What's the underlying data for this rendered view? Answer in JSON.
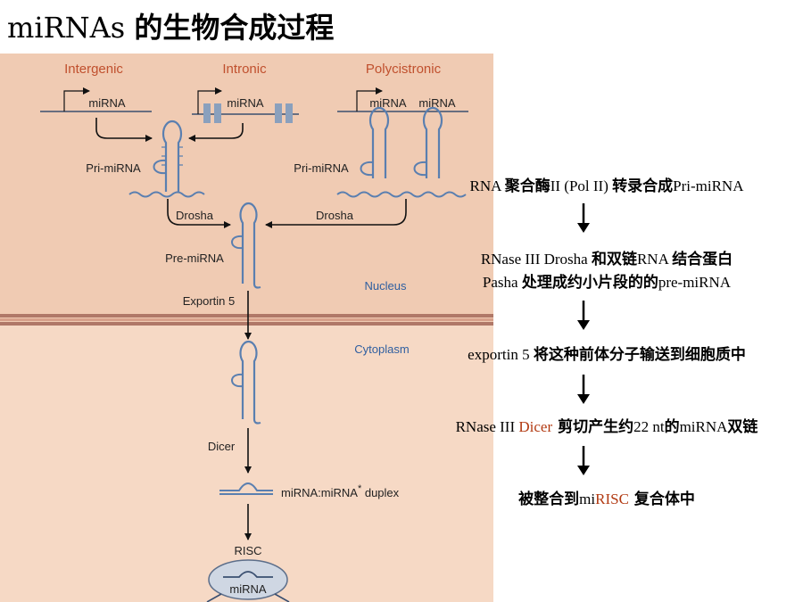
{
  "title": {
    "latin": "miRNAs ",
    "cjk": "的生物合成过程"
  },
  "diagram": {
    "labels": {
      "intergenic": "Intergenic",
      "intronic": "Intronic",
      "polycistronic": "Polycistronic",
      "mirna_intergenic": "miRNA",
      "mirna_intronic": "miRNA",
      "mirna_poly_1": "miRNA",
      "mirna_poly_2": "miRNA",
      "pri_mirna_left": "Pri-miRNA",
      "pri_mirna_right": "Pri-miRNA",
      "drosha_left": "Drosha",
      "drosha_right": "Drosha",
      "pre_mirna": "Pre-miRNA",
      "nucleus": "Nucleus",
      "exportin": "Exportin 5",
      "cytoplasm": "Cytoplasm",
      "dicer": "Dicer",
      "duplex": "miRNA:miRNA",
      "duplex_star": "*",
      "duplex_suffix": " duplex",
      "risc": "RISC",
      "risc_mirna": "miRNA"
    },
    "colors": {
      "nucleus_bg": "#f0cbb3",
      "cytoplasm_bg": "#f6d9c5",
      "label_red": "#c0502e",
      "label_blue": "#2f5fa0",
      "rna_blue": "#5a7fb0",
      "membrane": "#b07868"
    }
  },
  "steps": [
    {
      "p1": "RNA ",
      "c1": "聚合酶",
      "p2": "II (Pol II) ",
      "c2": "转录合成",
      "p3": "Pri-miRNA"
    },
    {
      "p1": "RNase III Drosha ",
      "c1": "和双链",
      "p2": "RNA ",
      "c2": "结合蛋白"
    },
    {
      "p1": "Pasha ",
      "c1": "处理成约小片段的的",
      "p2": "pre-miRNA"
    },
    {
      "p1": "exportin 5 ",
      "c1": "将这种前体分子输送到细胞质中"
    },
    {
      "p1": "RNase III ",
      "red1": "Dicer",
      "c1": " 剪切产生约",
      "p2": "22 nt",
      "c2": "的",
      "p3": "miRNA",
      "c3": "双链"
    },
    {
      "c1": "被整合到",
      "p1": "mi",
      "red1": "RISC",
      "c2": " 复合体中"
    }
  ]
}
